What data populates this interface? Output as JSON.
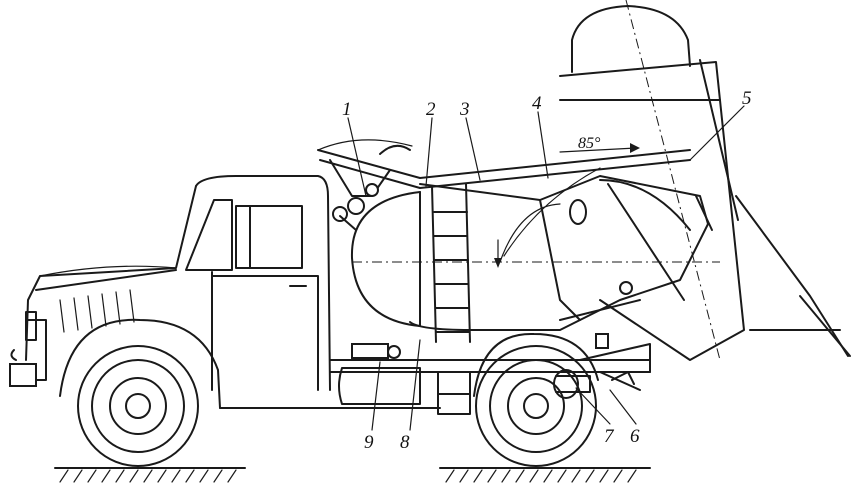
{
  "labels": {
    "l1": "1",
    "l2": "2",
    "l3": "3",
    "l4": "4",
    "l5": "5",
    "l6": "6",
    "l7": "7",
    "l8": "8",
    "l9": "9"
  },
  "angle": "85°",
  "colors": {
    "ink": "#1a1a1a",
    "paper": "#ffffff"
  }
}
